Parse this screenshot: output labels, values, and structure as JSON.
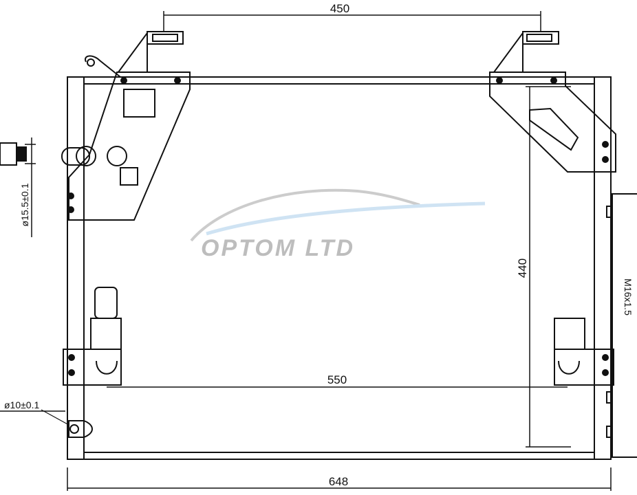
{
  "drawing": {
    "dimensions": {
      "top_width": "450",
      "height": "440",
      "inner_width": "550",
      "overall_width": "648",
      "pipe_diameter_top": "ø15.5±0.1",
      "pipe_diameter_bottom": "ø10±0.1",
      "thread": "M16x1.5"
    },
    "watermark": "OPTOM LTD",
    "colors": {
      "line": "#111111",
      "watermark": "#bdbdbd",
      "swoosh": "#cfe3f3"
    }
  }
}
